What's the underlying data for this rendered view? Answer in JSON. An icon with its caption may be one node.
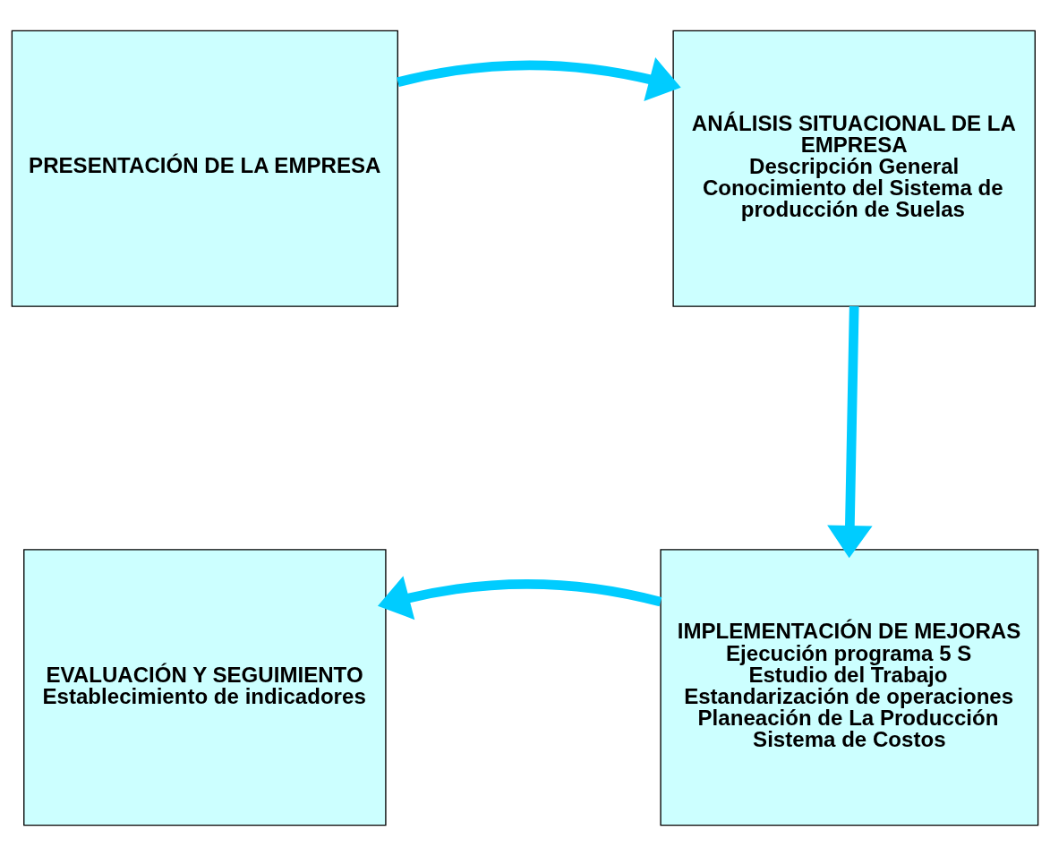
{
  "diagram": {
    "nodes": [
      {
        "text": [
          "PRESENTACIÓN DE LA EMPRESA"
        ]
      },
      {
        "text": [
          "ANÁLISIS SITUACIONAL DE LA EMPRESA",
          "Descripción General",
          "Conocimiento del Sistema de producción de Suelas"
        ]
      },
      {
        "text": [
          "IMPLEMENTACIÓN DE MEJORAS",
          "Ejecución programa 5 S",
          "Estudio del Trabajo",
          "Estandarización de operaciones",
          "Planeación de La Producción",
          "Sistema de Costos"
        ]
      },
      {
        "text": [
          "EVALUACIÓN Y SEGUIMIENTO",
          "Establecimiento de indicadores"
        ]
      }
    ],
    "edges": [
      {
        "from": 0,
        "to": 1,
        "arrow": "to"
      },
      {
        "from": 1,
        "to": 2,
        "arrow": "to"
      },
      {
        "from": 2,
        "to": 3,
        "arrow": "to"
      }
    ]
  }
}
